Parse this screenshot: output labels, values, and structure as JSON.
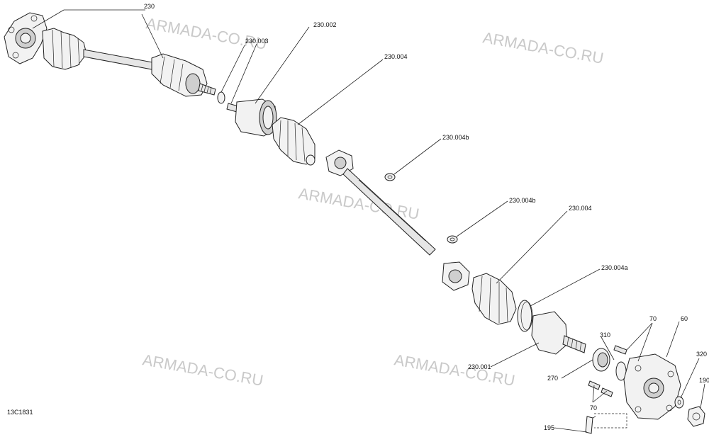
{
  "diagram_code": "13C1831",
  "watermarks": [
    "ARMADA-CO.RU",
    "ARMADA-CO.RU",
    "ARMADA-CO.RU",
    "ARMADA-CO.RU",
    "ARMADA-CO.RU"
  ],
  "callouts": {
    "c230": "230",
    "c230_002": "230.002",
    "c230_003": "230.003",
    "c230_004_top": "230.004",
    "c230_004b_1": "230.004b",
    "c230_004b_2": "230.004b",
    "c230_004_mid": "230.004",
    "c230_004a": "230.004a",
    "c230_001": "230.001",
    "c310": "310",
    "c270": "270",
    "c70_top": "70",
    "c70_bottom": "70",
    "c60": "60",
    "c320": "320",
    "c190": "190",
    "c195": "195"
  },
  "colors": {
    "line": "#222222",
    "watermark": "#b8b8b8",
    "background": "#ffffff"
  }
}
